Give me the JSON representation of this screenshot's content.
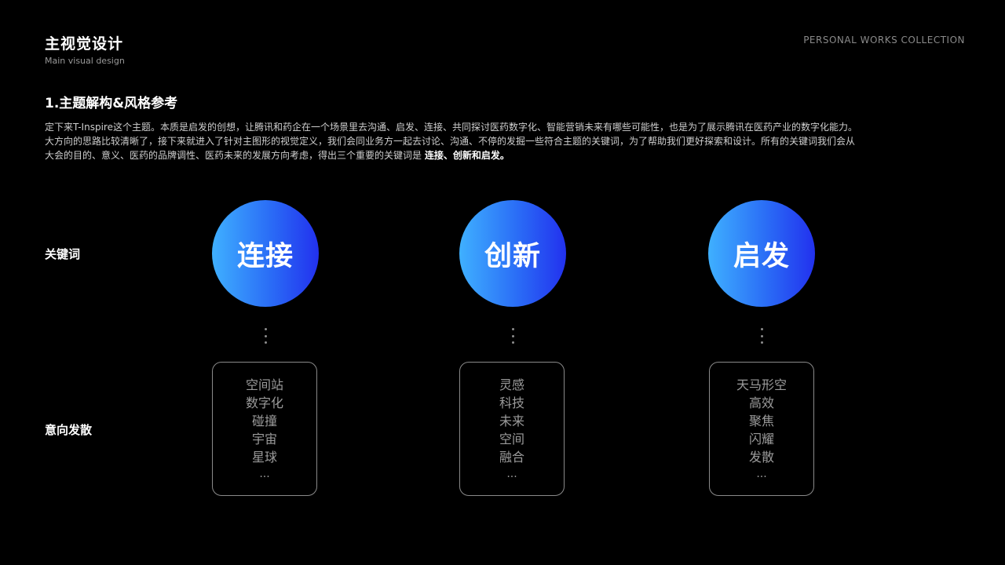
{
  "header": {
    "title_cn": "主视觉设计",
    "title_en": "Main visual design",
    "collection": "PERSONAL WORKS COLLECTION"
  },
  "section": {
    "heading": "1.主题解构&风格参考",
    "paragraph_lines": [
      "定下来T-Inspire这个主题。本质是启发的创想，让腾讯和药企在一个场景里去沟通、启发、连接、共同探讨医药数字化、智能营销未来有哪些可能性，也是为了展示腾讯在医药产业的数字化能力。",
      "大方向的思路比较清晰了，接下来就进入了针对主图形的视觉定义，我们会同业务方一起去讨论、沟通、不停的发掘一些符合主题的关键词，为了帮助我们更好探索和设计。所有的关键词我们会从",
      "大会的目的、意义、医药的品牌调性、医药未来的发展方向考虑，得出三个重要的关键词是 "
    ],
    "paragraph_emphasis": "连接、创新和启发。"
  },
  "rows": {
    "keywords_label": "关键词",
    "divergence_label": "意向发散"
  },
  "columns": [
    {
      "keyword": "连接",
      "words": [
        "空间站",
        "数字化",
        "碰撞",
        "宇宙",
        "星球"
      ],
      "ellipsis": "..."
    },
    {
      "keyword": "创新",
      "words": [
        "灵感",
        "科技",
        "未来",
        "空间",
        "融合"
      ],
      "ellipsis": "..."
    },
    {
      "keyword": "启发",
      "words": [
        "天马形空",
        "高效",
        "聚焦",
        "闪耀",
        "发散"
      ],
      "ellipsis": "..."
    }
  ],
  "colors": {
    "background": "#000000",
    "gradient_start": "#3fb0ff",
    "gradient_end": "#2231ee",
    "muted_text": "#9b9b9b",
    "box_border": "#8a8a8a"
  }
}
